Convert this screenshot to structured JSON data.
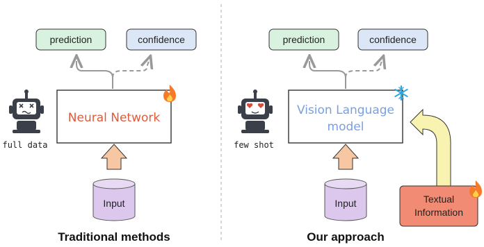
{
  "left": {
    "prediction": "prediction",
    "confidence": "confidence",
    "model": "Neural Network",
    "robot_caption": "full data",
    "input": "Input",
    "title": "Traditional methods"
  },
  "right": {
    "prediction": "prediction",
    "confidence": "confidence",
    "model_line1": "Vision Language",
    "model_line2": "model",
    "robot_caption": "few shot",
    "input": "Input",
    "textual_line1": "Textual",
    "textual_line2": "Information",
    "title": "Our approach"
  },
  "colors": {
    "green_box": "#d9f2df",
    "blue_box": "#dbe6f6",
    "neural_text": "#e05a3a",
    "vlm_text": "#7a9fe0",
    "input_cylinder": "#dcc8ec",
    "up_arrow": "#f7c6a3",
    "text_info_box": "#f28b74",
    "yellow_arrow": "#f8f3b0",
    "robot": "#3b3f4a"
  },
  "icons": {
    "left_badge": "fire-icon",
    "right_badge": "snowflake-icon",
    "text_info_badge": "fire-icon",
    "left_robot": "broken-robot-icon",
    "right_robot": "heart-eyes-robot-icon"
  }
}
